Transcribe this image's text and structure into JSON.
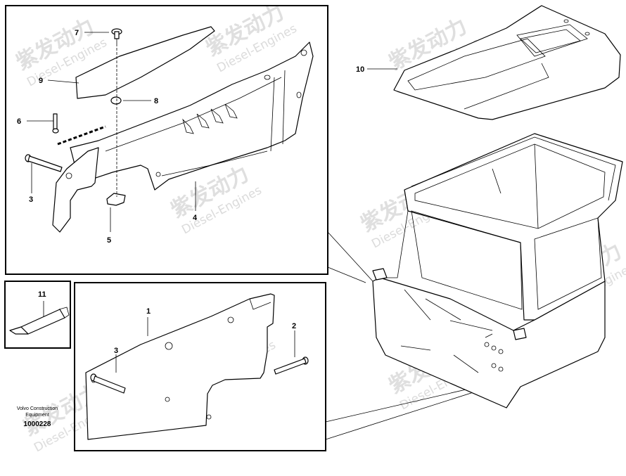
{
  "figure": {
    "caption_line1": "Volvo Construction",
    "caption_line2": "Equipment",
    "document_number": "1000228"
  },
  "callouts": {
    "p1": "1",
    "p2": "2",
    "p3": "3",
    "p3b": "3",
    "p4": "4",
    "p5": "5",
    "p6": "6",
    "p7": "7",
    "p8": "8",
    "p9": "9",
    "p10": "10",
    "p11": "11"
  },
  "watermark": {
    "brand_cn": "紫发动力",
    "brand_en": "Diesel-Engines"
  }
}
